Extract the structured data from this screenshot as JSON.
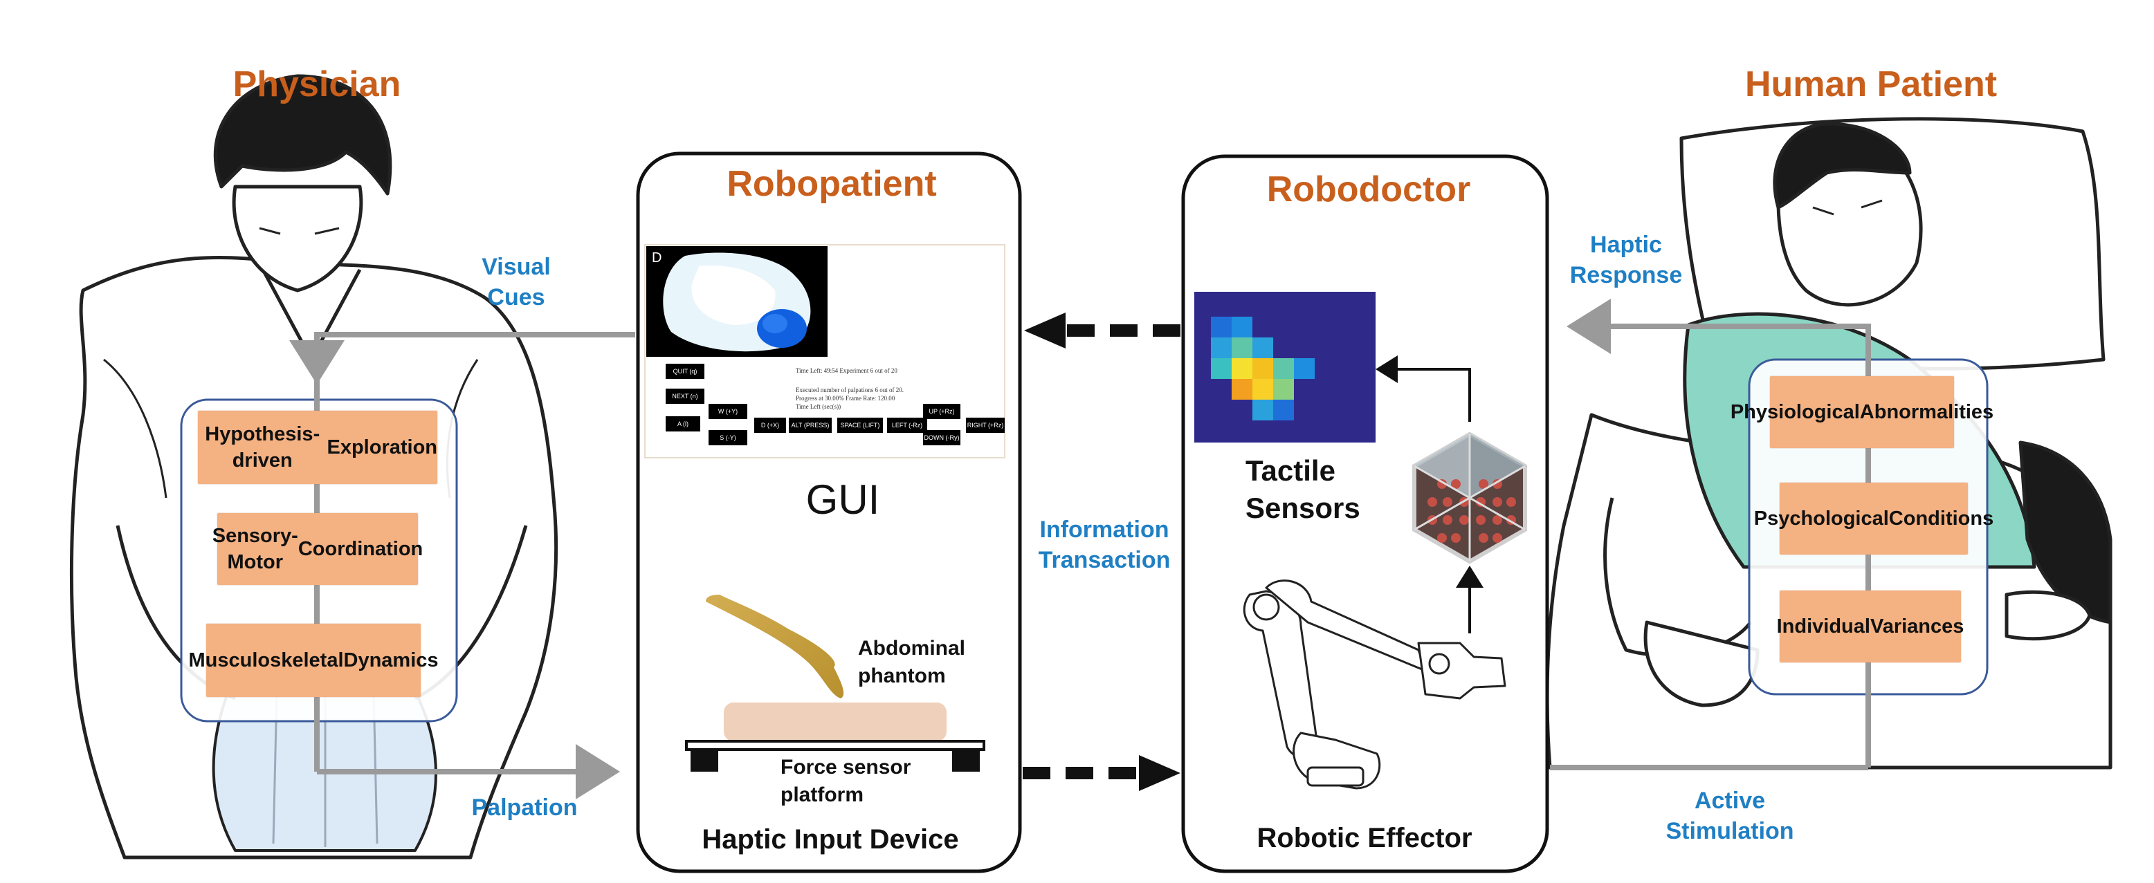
{
  "colors": {
    "heading_orange": "#c85f1c",
    "label_blue": "#1f7fc4",
    "box_orange": "#f4b182",
    "arrow_gray": "#9a9a9a",
    "panel_border": "#111111",
    "inner_border": "#3a5a9a"
  },
  "physician": {
    "title": "Physician",
    "boxes": [
      "Hypothesis-driven\nExploration",
      "Sensory-Motor\nCoordination",
      "Musculoskeletal\nDynamics"
    ]
  },
  "patient": {
    "title": "Human Patient",
    "boxes": [
      "Physiological\nAbnormalities",
      "Psychological\nConditions",
      "Individual\nVariances"
    ]
  },
  "robopatient": {
    "title": "Robopatient",
    "gui_label": "GUI",
    "gui_panel_letter": "D",
    "gui_buttons": [
      "QUIT (q)",
      "NEXT (n)",
      "A (l)",
      "W (+Y)",
      "S (-Y)",
      "D (+X)",
      "ALT (PRESS)",
      "SPACE (LIFT)",
      "LEFT (-Rz)",
      "UP (+Rz)",
      "DOWN (-Ry)",
      "RIGHT (+Rz)"
    ],
    "gui_text_lines": [
      "Time Left: 49:54    Experiment 6 out of 20",
      "Executed number of palpations 6 out of 20.",
      "Progress at 30.00%   Frame Rate: 120.00",
      "Time Left (sec(s))"
    ],
    "abdominal_label": "Abdominal\nphantom",
    "force_label": "Force sensor\nplatform",
    "bottom_label": "Haptic Input Device"
  },
  "robodoctor": {
    "title": "Robodoctor",
    "tactile_label": "Tactile\nSensors",
    "bottom_label": "Robotic Effector"
  },
  "flows": {
    "visual_cues": "Visual\nCues",
    "palpation": "Palpation",
    "information_transaction": "Information\nTransaction",
    "haptic_response": "Haptic\nResponse",
    "active_stimulation": "Active\nStimulation"
  }
}
